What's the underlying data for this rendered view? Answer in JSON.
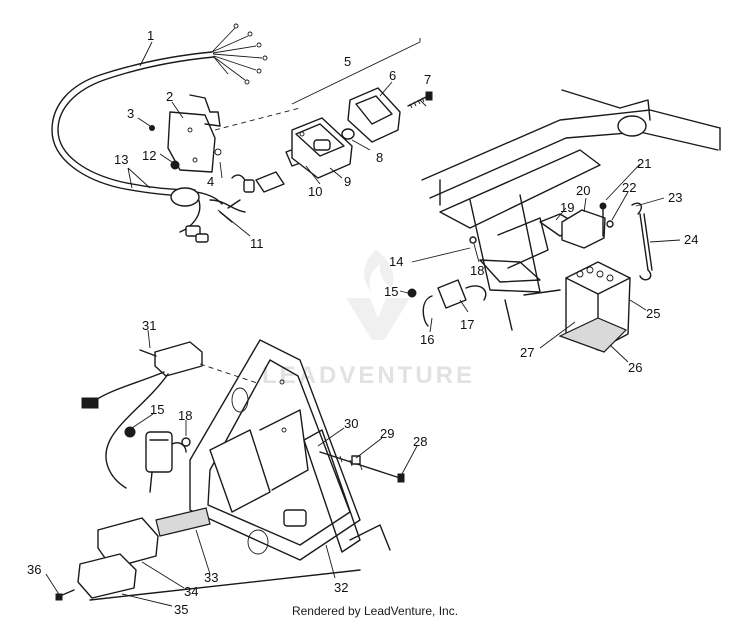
{
  "diagram": {
    "callouts": [
      "1",
      "2",
      "3",
      "4",
      "5",
      "6",
      "7",
      "8",
      "9",
      "10",
      "11",
      "12",
      "13",
      "14",
      "15",
      "16",
      "17",
      "18",
      "19",
      "20",
      "21",
      "22",
      "23",
      "24",
      "25",
      "26",
      "27",
      "28",
      "29",
      "30",
      "31",
      "32",
      "33",
      "34",
      "35",
      "36",
      "15",
      "18"
    ]
  },
  "watermark": {
    "text": "LEADVENTURE"
  },
  "footer": {
    "text": "Rendered by LeadVenture, Inc."
  }
}
